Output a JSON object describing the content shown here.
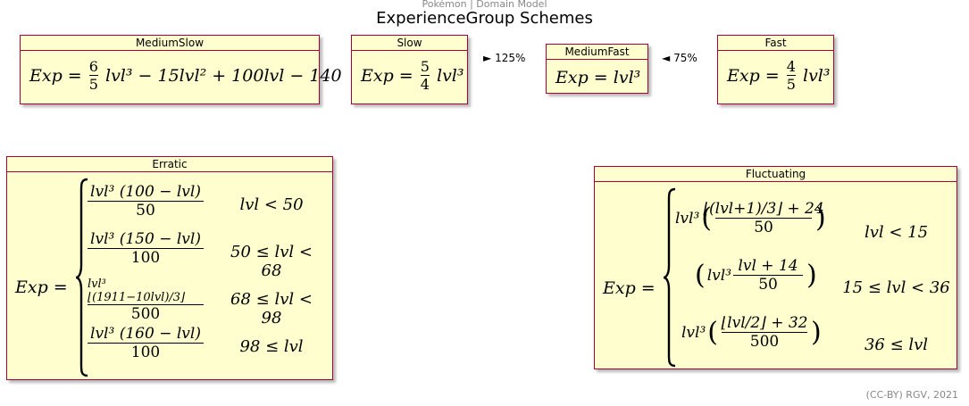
{
  "header": "Pokémon | Domain Model",
  "title": "ExperienceGroup Schemes",
  "footer": "(CC-BY) RGV, 2021",
  "colors": {
    "box_fill": "#FEFECE",
    "box_border": "#A80036"
  },
  "groups": {
    "medium_slow": "MediumSlow",
    "slow": "Slow",
    "medium_fast": "MediumFast",
    "fast": "Fast",
    "erratic": "Erratic",
    "fluctuating": "Fluctuating"
  },
  "relations": {
    "slow_vs_medium_fast": {
      "symbol": "►",
      "label": "125%"
    },
    "fast_vs_medium_fast": {
      "symbol": "◄",
      "label": "75%"
    }
  },
  "formulas": {
    "exp_lhs": "Exp =",
    "medium_slow": {
      "fraction": {
        "num": "6",
        "den": "5"
      },
      "rest": "lvl³ − 15lvl² + 100lvl − 140"
    },
    "slow": {
      "fraction": {
        "num": "5",
        "den": "4"
      },
      "rest": "lvl³"
    },
    "medium_fast": {
      "rhs": "lvl³"
    },
    "fast": {
      "fraction": {
        "num": "4",
        "den": "5"
      },
      "rest": "lvl³"
    },
    "erratic": [
      {
        "num": "lvl³ (100 − lvl)",
        "den": "50",
        "cond": "lvl < 50"
      },
      {
        "num": "lvl³ (150 − lvl)",
        "den": "100",
        "cond": "50 ≤ lvl < 68"
      },
      {
        "num": "lvl³ ⌊(1911−10lvl)/3⌋",
        "den": "500",
        "cond": "68 ≤ lvl < 98"
      },
      {
        "num": "lvl³ (160 − lvl)",
        "den": "100",
        "cond": "98 ≤ lvl"
      }
    ],
    "fluctuating": [
      {
        "pre": "lvl³",
        "num": "⌊(lvl+1)/3⌋ + 24",
        "den": "50",
        "cond": "lvl < 15"
      },
      {
        "pre": "lvl³",
        "num": "lvl + 14",
        "den": "50",
        "cond": "15 ≤ lvl < 36"
      },
      {
        "pre": "lvl³",
        "num": "⌊lvl/2⌋ + 32",
        "den": "500",
        "cond": "36 ≤ lvl"
      }
    ]
  }
}
